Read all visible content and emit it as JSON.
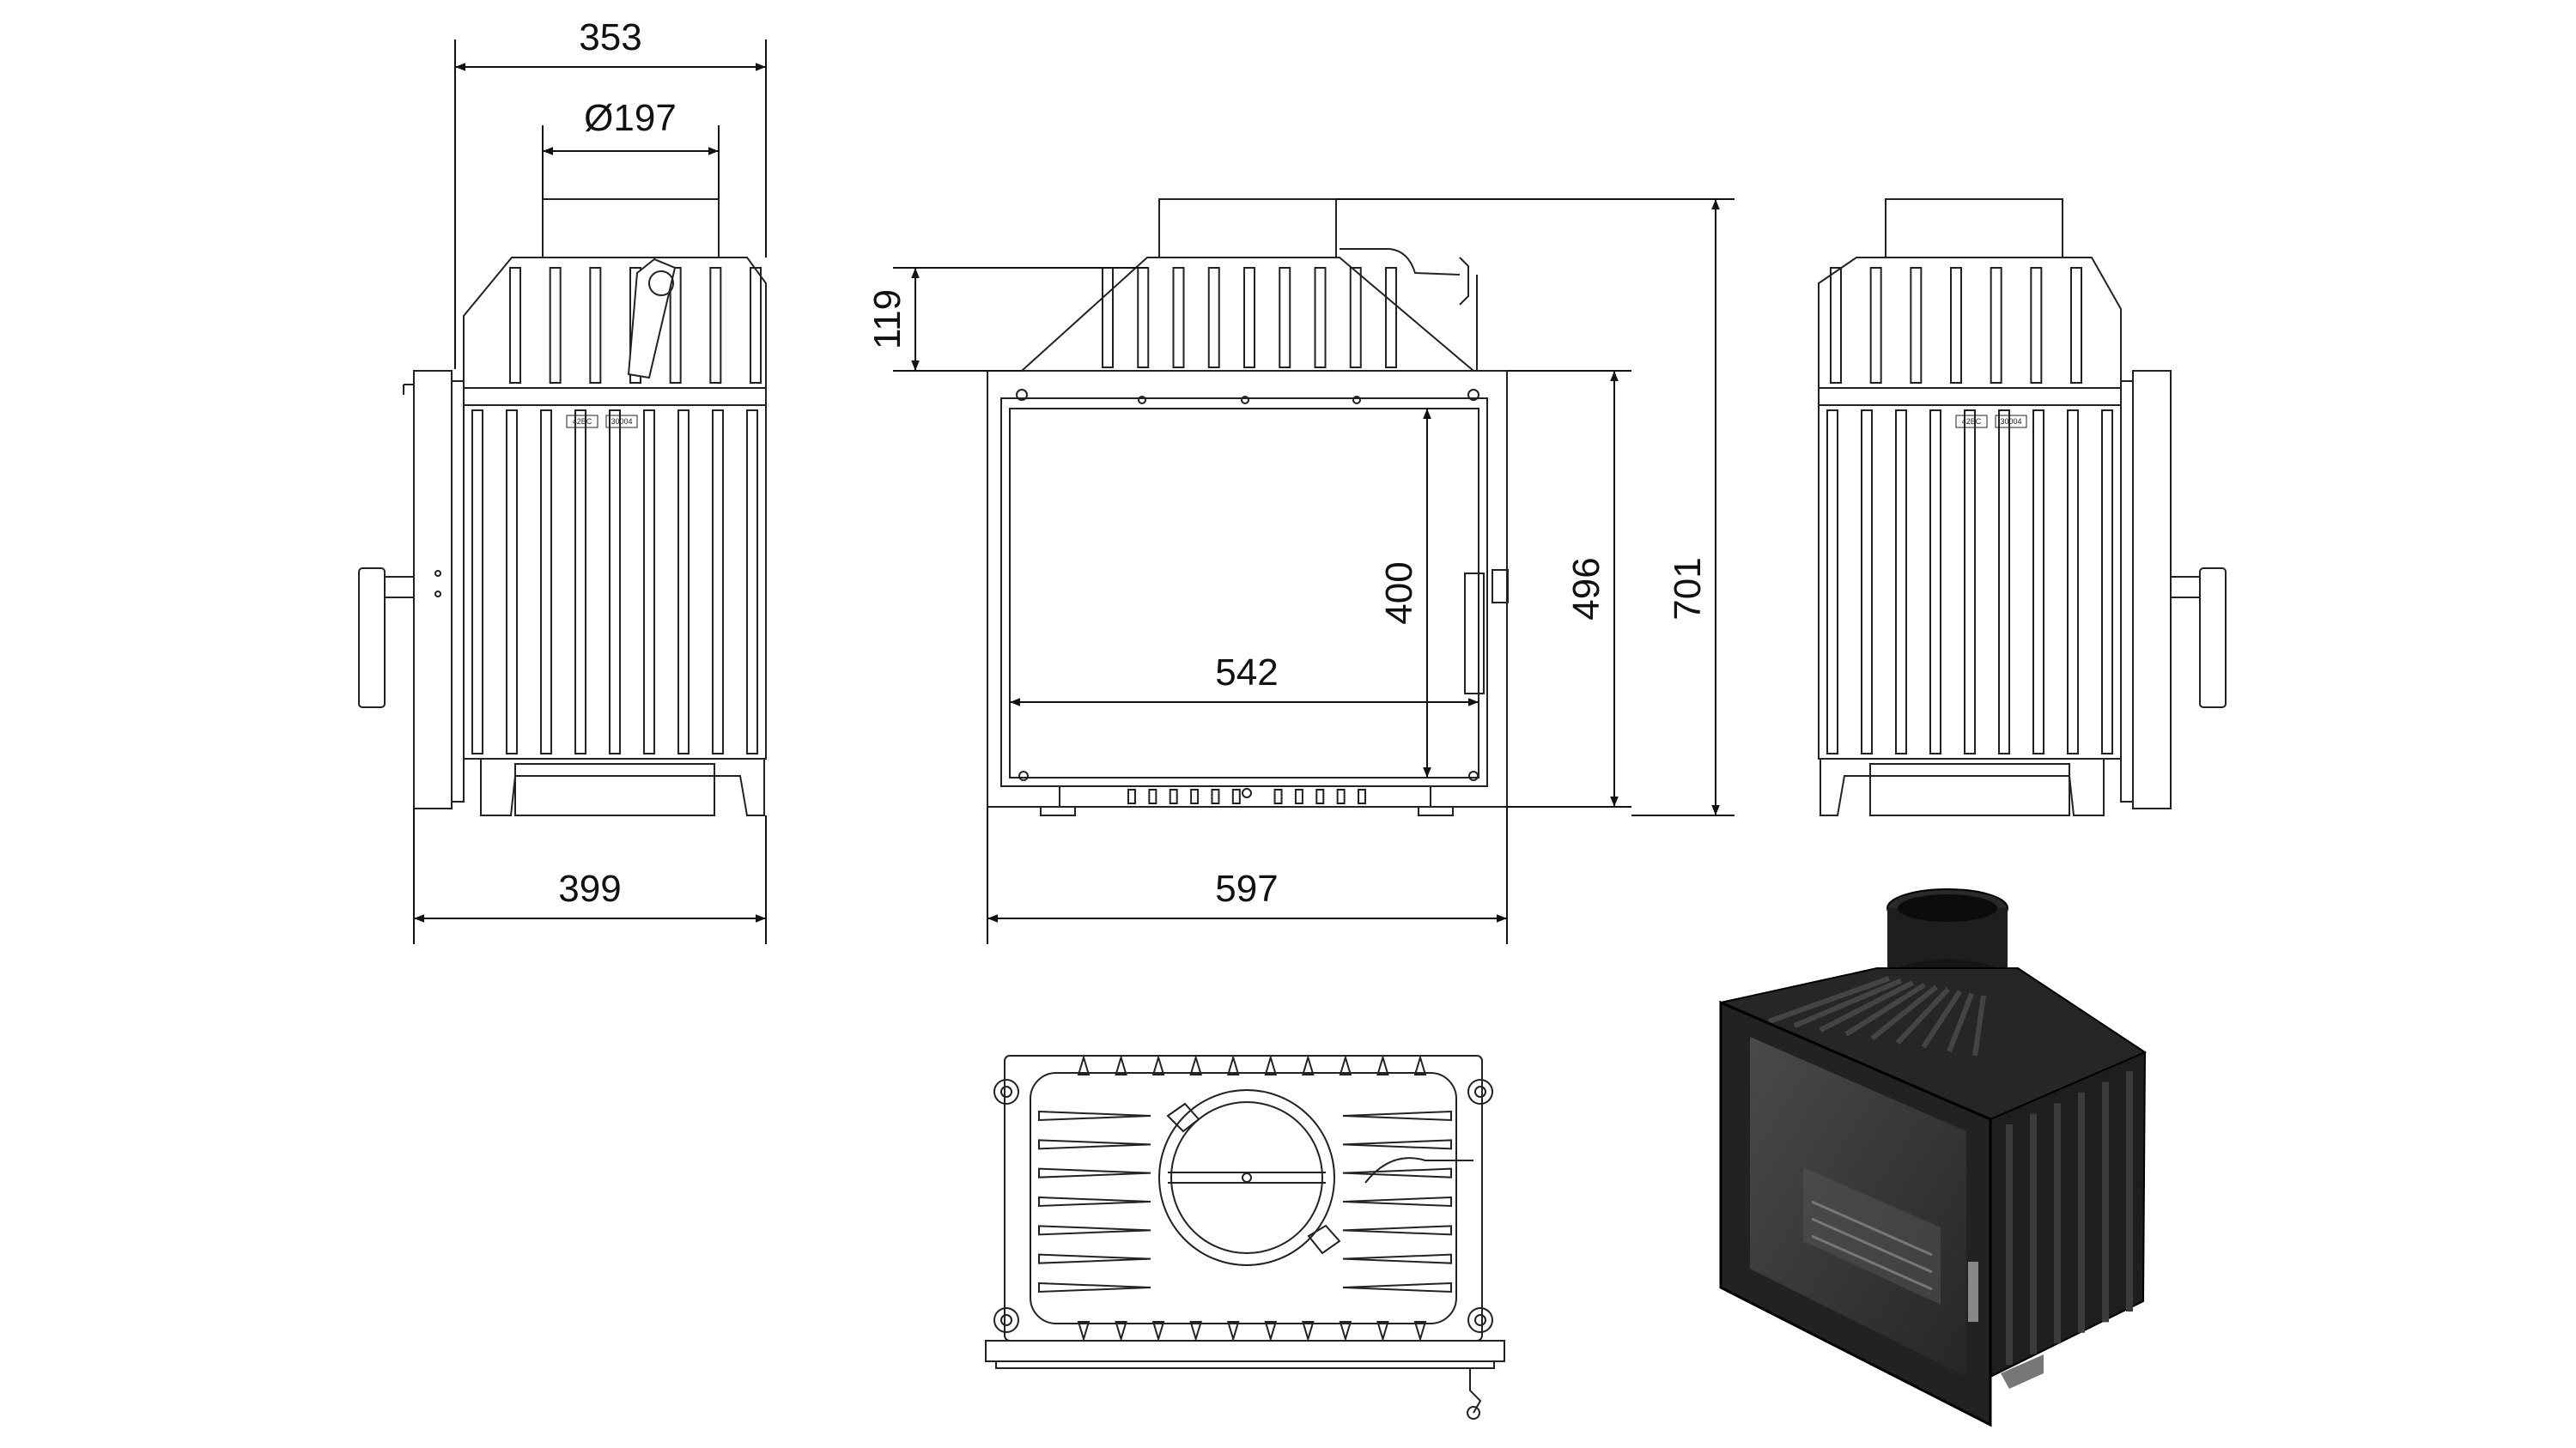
{
  "dimensions": {
    "outlet_width": "353",
    "outlet_diameter": "Ø197",
    "side_depth": "399",
    "front_width": "597",
    "window_width": "542",
    "window_height": "400",
    "front_height": "496",
    "total_height": "701",
    "collar_height": "119"
  },
  "plate_marks": {
    "mark_a": "42BC",
    "mark_b": "30004"
  },
  "colors": {
    "line": "#222222",
    "dim_line": "#111111",
    "render_body": "#1b1b1b",
    "render_glass": "#3a3a3a"
  }
}
